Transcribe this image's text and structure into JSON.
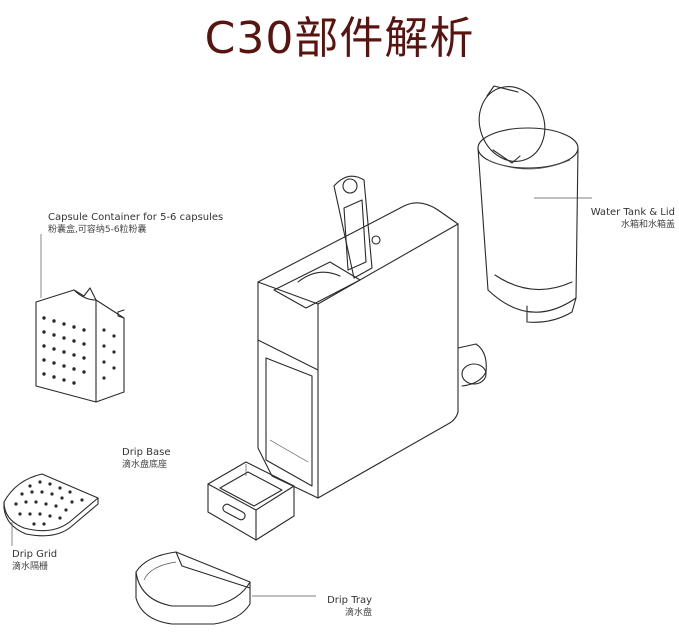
{
  "title": "C30部件解析",
  "title_color": "#5a1410",
  "parts": {
    "capsule_container": {
      "en": "Capsule Container for 5-6 capsules",
      "zh": "粉囊盒,可容纳5-6粒粉囊"
    },
    "water_tank": {
      "en": "Water Tank & Lid",
      "zh": "水箱和水箱盖"
    },
    "drip_base": {
      "en": "Drip Base",
      "zh": "滴水盘底座"
    },
    "drip_grid": {
      "en": "Drip Grid",
      "zh": "滴水隔栅"
    },
    "drip_tray": {
      "en": "Drip Tray",
      "zh": "滴水盘"
    }
  }
}
